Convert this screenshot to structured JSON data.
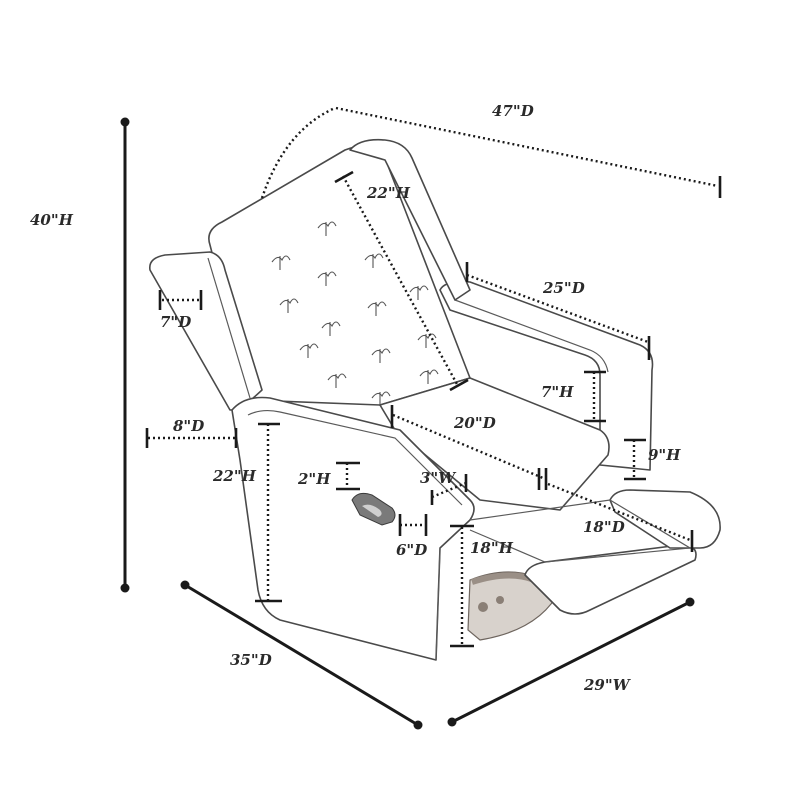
{
  "dimensions": {
    "overall_height": "40\"H",
    "overall_depth_reclined": "47\"D",
    "back_height": "22\"H",
    "seat_depth_top": "25\"D",
    "wing_depth": "7\"D",
    "arm_depth": "8\"D",
    "arm_height": "22\"H",
    "cushion_height": "7\"H",
    "seat_depth": "20\"D",
    "footrest_height": "9\"H",
    "handle_height": "2\"H",
    "handle_width": "3\"W",
    "handle_depth": "6\"D",
    "footrest_depth": "18\"D",
    "seat_height": "18\"H",
    "base_depth": "35\"D",
    "base_width": "29\"W"
  },
  "colors": {
    "line": "#1a1a1a",
    "outline": "#4a4a4a",
    "background": "#ffffff",
    "base_metal": "#9a8f86"
  }
}
